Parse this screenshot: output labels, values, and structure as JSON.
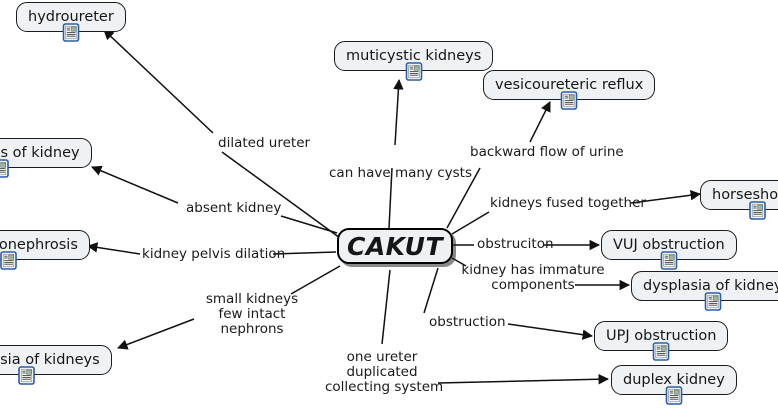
{
  "diagram": {
    "title": "CAKUT",
    "type": "concept-map",
    "background_color": "#ffffff",
    "node_fill": "#eef2f4",
    "node_border": "#1c1c1c",
    "edge_color": "#111111",
    "text_color": "#161616"
  },
  "center_node": {
    "id": "cakut",
    "label": "CAKUT",
    "icon": "none"
  },
  "nodes": [
    {
      "id": "hydroureter",
      "label": "hydroureter",
      "icon": "note-icon",
      "clipped": false
    },
    {
      "id": "muticystic",
      "label": "muticystic kidneys",
      "icon": "note-icon",
      "clipped": false
    },
    {
      "id": "vur",
      "label": "vesicoureteric reflux",
      "icon": "note-icon",
      "clipped": false
    },
    {
      "id": "agenesis",
      "label": "esis of kidney",
      "icon": "note-icon",
      "clipped": true
    },
    {
      "id": "hydronephrosis",
      "label": "dronephrosis",
      "icon": "note-icon",
      "clipped": true
    },
    {
      "id": "hypoplasia",
      "label": "plasia of kidneys",
      "icon": "note-icon",
      "clipped": true
    },
    {
      "id": "horseshoe",
      "label": "horseshoe k",
      "icon": "note-icon",
      "clipped": true
    },
    {
      "id": "vuj",
      "label": "VUJ obstruction",
      "icon": "note-icon",
      "clipped": false
    },
    {
      "id": "dysplasia",
      "label": "dysplasia of kidney",
      "icon": "note-icon",
      "clipped": false
    },
    {
      "id": "upj",
      "label": "UPJ obstruction",
      "icon": "note-icon",
      "clipped": false
    },
    {
      "id": "duplex",
      "label": "duplex kidney",
      "icon": "note-icon",
      "clipped": false
    }
  ],
  "edges": [
    {
      "id": "e1",
      "from": "cakut",
      "to": "hydroureter",
      "label": "dilated ureter"
    },
    {
      "id": "e2",
      "from": "cakut",
      "to": "muticystic",
      "label": "can have many cysts"
    },
    {
      "id": "e3",
      "from": "cakut",
      "to": "vur",
      "label": "backward flow of urine"
    },
    {
      "id": "e4",
      "from": "cakut",
      "to": "agenesis",
      "label": "absent kidney"
    },
    {
      "id": "e5",
      "from": "cakut",
      "to": "hydronephrosis",
      "label": "kidney pelvis dilation"
    },
    {
      "id": "e6",
      "from": "cakut",
      "to": "hypoplasia",
      "label": "small kidneys\nfew intact\nnephrons"
    },
    {
      "id": "e7",
      "from": "cakut",
      "to": "horseshoe",
      "label": "kidneys fused together"
    },
    {
      "id": "e8",
      "from": "cakut",
      "to": "vuj",
      "label": "obstruciton"
    },
    {
      "id": "e9",
      "from": "cakut",
      "to": "dysplasia",
      "label": "kidney has immature\ncomponents"
    },
    {
      "id": "e10",
      "from": "cakut",
      "to": "upj",
      "label": "obstruction"
    },
    {
      "id": "e11",
      "from": "cakut",
      "to": "duplex",
      "label": "one ureter\nduplicated\ncollecting system"
    }
  ]
}
